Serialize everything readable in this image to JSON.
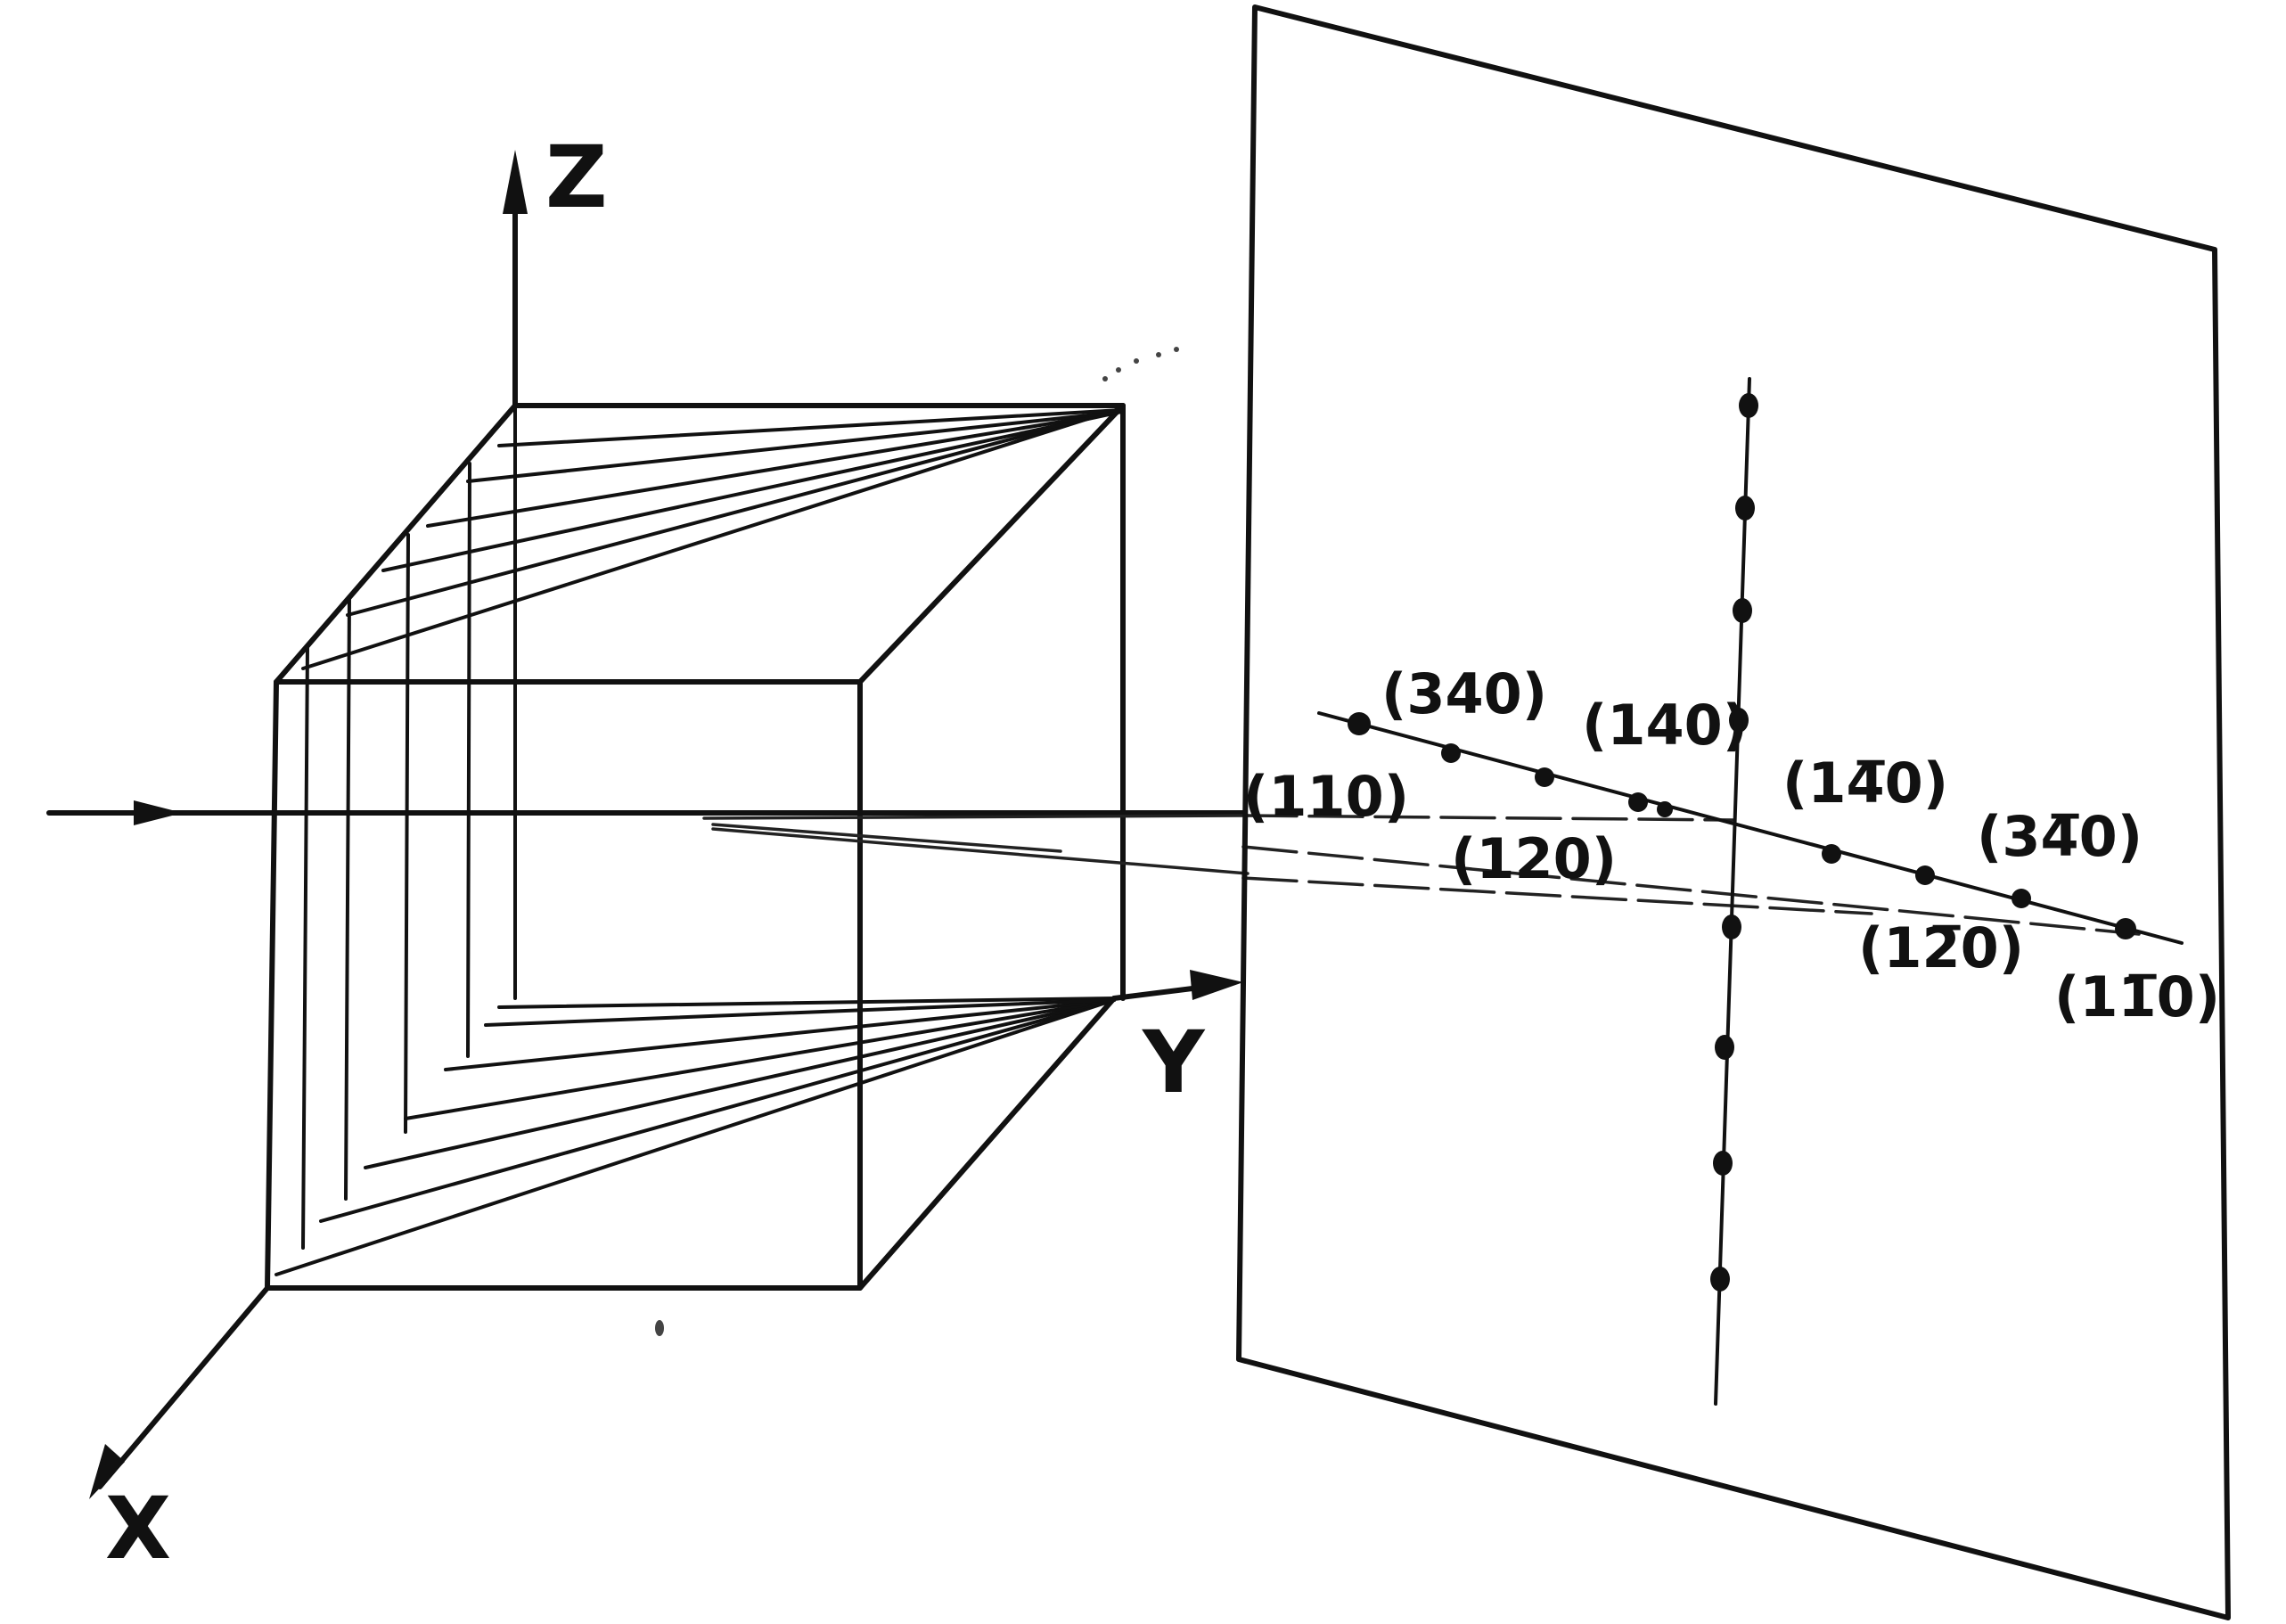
{
  "axes": {
    "x": "X",
    "y": "Y",
    "z": "Z"
  },
  "reflections": {
    "r110": "(110)",
    "r120": "(120)",
    "r340": "(340)",
    "r140": "(140)",
    "r1m40": "(14̅0)",
    "r3m40": "(34̅0)",
    "r1m20": "(12̅0)",
    "r1m10": "(11̅0)"
  },
  "colors": {
    "ink": "#111111",
    "paper": "#ffffff"
  }
}
